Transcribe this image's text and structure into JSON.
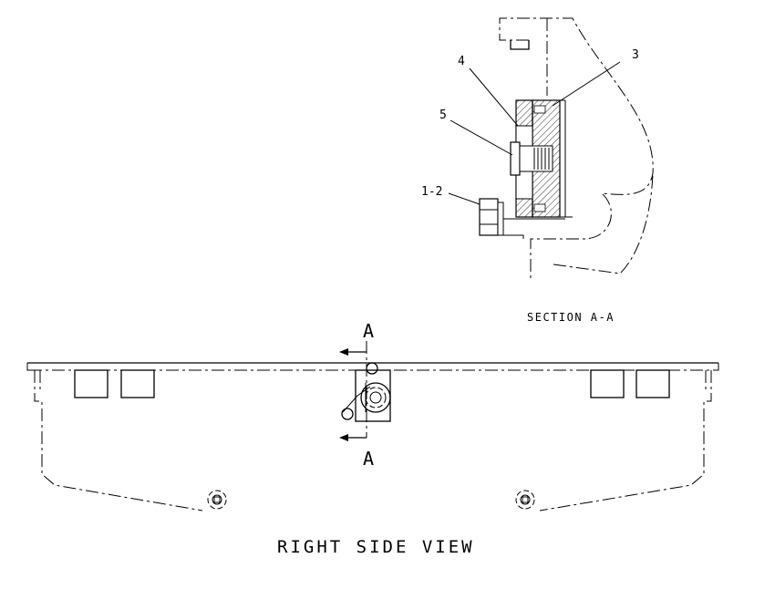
{
  "labels": {
    "callout_4": "4",
    "callout_3": "3",
    "callout_5": "5",
    "callout_1_2": "1-2",
    "section_caption": "SECTION A-A",
    "section_marker_top": "A",
    "section_marker_bottom": "A",
    "view_title": "RIGHT SIDE VIEW"
  },
  "colors": {
    "line": "#000000",
    "background": "#ffffff"
  }
}
